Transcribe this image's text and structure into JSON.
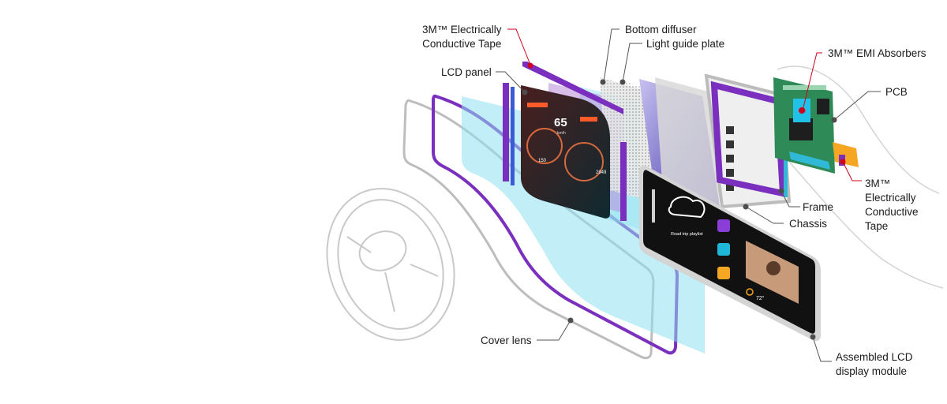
{
  "labels": {
    "tape_top": [
      "3M™ Electrically",
      "Conductive Tape"
    ],
    "lcd_panel": "LCD panel",
    "bottom_diffuser": "Bottom diffuser",
    "light_guide": "Light guide plate",
    "emi_absorbers": "3M™ EMI Absorbers",
    "pcb": "PCB",
    "frame": "Frame",
    "chassis": "Chassis",
    "tape_right": [
      "3M™",
      "Electrically",
      "Conductive",
      "Tape"
    ],
    "cover_lens": "Cover lens",
    "assembled": [
      "Assembled LCD",
      "display module"
    ]
  },
  "screen_readouts": {
    "speed": "65",
    "speed_unit": "km/h",
    "gauge_left": "150",
    "gauge_right": "2849",
    "playlist": "Road trip playlist",
    "temperature": "72°"
  },
  "colors": {
    "purple": "#7b2fbe",
    "purple_light": "#b78bd8",
    "cyan": "#8fe0f0",
    "cyan_deep": "#2fb9d6",
    "red_callout": "#d0021b",
    "gray_callout": "#555555",
    "pcb_green": "#2e8b57",
    "flex_orange": "#f5a623"
  }
}
